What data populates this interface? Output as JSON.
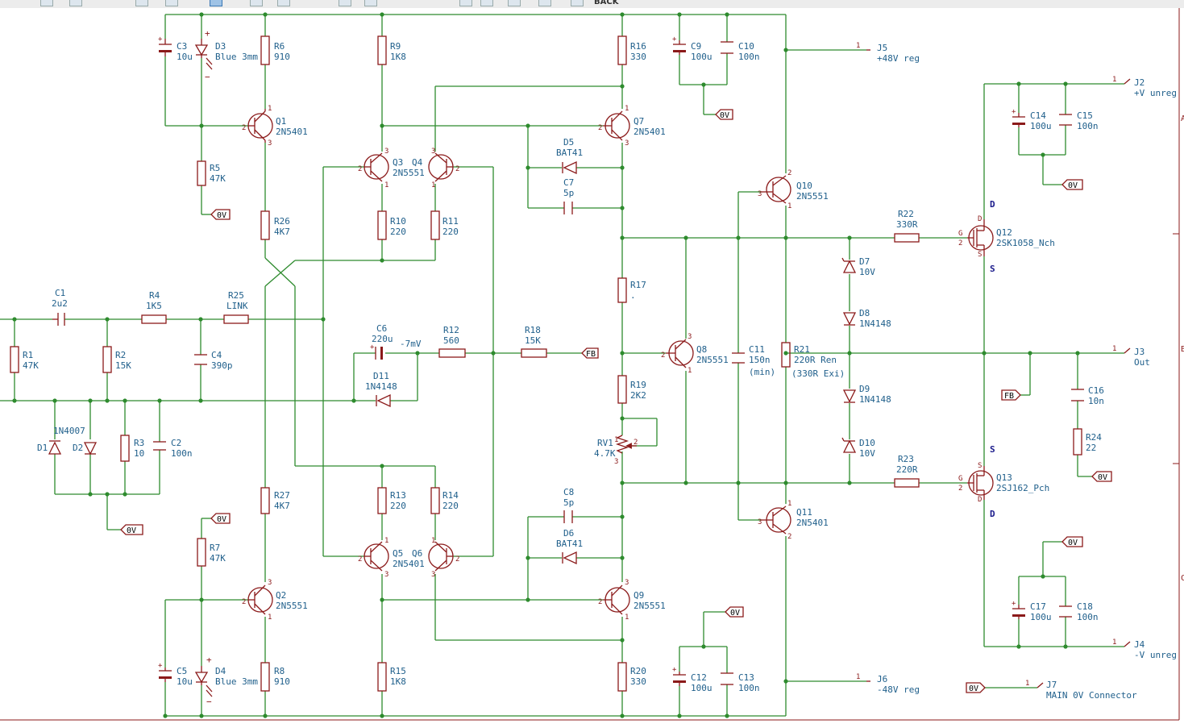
{
  "toolbar": {
    "back_label": "BACK"
  },
  "parts": {
    "C3": {
      "ref": "C3",
      "val": "10u"
    },
    "D3": {
      "ref": "D3",
      "val": "Blue 3mm"
    },
    "R6": {
      "ref": "R6",
      "val": "910"
    },
    "R9": {
      "ref": "R9",
      "val": "1K8"
    },
    "R16": {
      "ref": "R16",
      "val": "330"
    },
    "C9": {
      "ref": "C9",
      "val": "100u"
    },
    "C10": {
      "ref": "C10",
      "val": "100n"
    },
    "Q1": {
      "ref": "Q1",
      "val": "2N5401"
    },
    "Q7": {
      "ref": "Q7",
      "val": "2N5401"
    },
    "D5": {
      "ref": "D5",
      "val": "BAT41"
    },
    "C7": {
      "ref": "C7",
      "val": "5p"
    },
    "Q3": {
      "ref": "Q3",
      "val": "2N5551"
    },
    "Q4": {
      "ref": "Q4",
      "val": ""
    },
    "R5": {
      "ref": "R5",
      "val": "47K"
    },
    "R26": {
      "ref": "R26",
      "val": "4K7"
    },
    "R10": {
      "ref": "R10",
      "val": "220"
    },
    "R11": {
      "ref": "R11",
      "val": "220"
    },
    "Q10": {
      "ref": "Q10",
      "val": "2N5551"
    },
    "R17": {
      "ref": "R17",
      "val": "."
    },
    "C1": {
      "ref": "C1",
      "val": "2u2"
    },
    "R4": {
      "ref": "R4",
      "val": "1K5"
    },
    "R25": {
      "ref": "R25",
      "val": "LINK"
    },
    "R1": {
      "ref": "R1",
      "val": "47K"
    },
    "R2": {
      "ref": "R2",
      "val": "15K"
    },
    "C4": {
      "ref": "C4",
      "val": "390p"
    },
    "C6": {
      "ref": "C6",
      "val": "220u"
    },
    "R12": {
      "ref": "R12",
      "val": "560"
    },
    "R18": {
      "ref": "R18",
      "val": "15K"
    },
    "D11": {
      "ref": "D11",
      "val": "1N4148"
    },
    "Q8": {
      "ref": "Q8",
      "val": "2N5551"
    },
    "C11": {
      "ref": "C11",
      "val": "150n",
      "extra": "(min)"
    },
    "R21": {
      "ref": "R21",
      "val": "220R Ren",
      "extra": "(330R Exi)"
    },
    "R19": {
      "ref": "R19",
      "val": "2K2"
    },
    "RV1": {
      "ref": "RV1",
      "val": "4.7K"
    },
    "D1": {
      "ref": "D1",
      "val": "1N4007"
    },
    "D2": {
      "ref": "D2",
      "val": ""
    },
    "R3": {
      "ref": "R3",
      "val": "10"
    },
    "C2": {
      "ref": "C2",
      "val": "100n"
    },
    "R27": {
      "ref": "R27",
      "val": "4K7"
    },
    "R13": {
      "ref": "R13",
      "val": "220"
    },
    "R14": {
      "ref": "R14",
      "val": "220"
    },
    "C8": {
      "ref": "C8",
      "val": "5p"
    },
    "D6": {
      "ref": "D6",
      "val": "BAT41"
    },
    "Q11": {
      "ref": "Q11",
      "val": "2N5401"
    },
    "R7": {
      "ref": "R7",
      "val": "47K"
    },
    "Q5": {
      "ref": "Q5",
      "val": "2N5401"
    },
    "Q6": {
      "ref": "Q6",
      "val": ""
    },
    "Q2": {
      "ref": "Q2",
      "val": "2N5551"
    },
    "Q9": {
      "ref": "Q9",
      "val": "2N5551"
    },
    "C5": {
      "ref": "C5",
      "val": "10u"
    },
    "D4": {
      "ref": "D4",
      "val": "Blue 3mm"
    },
    "R8": {
      "ref": "R8",
      "val": "910"
    },
    "R15": {
      "ref": "R15",
      "val": "1K8"
    },
    "R20": {
      "ref": "R20",
      "val": "330"
    },
    "C12": {
      "ref": "C12",
      "val": "100u"
    },
    "C13": {
      "ref": "C13",
      "val": "100n"
    },
    "R22": {
      "ref": "R22",
      "val": "330R"
    },
    "R23": {
      "ref": "R23",
      "val": "220R"
    },
    "D7": {
      "ref": "D7",
      "val": "10V"
    },
    "D8": {
      "ref": "D8",
      "val": "1N4148"
    },
    "D9": {
      "ref": "D9",
      "val": "1N4148"
    },
    "D10": {
      "ref": "D10",
      "val": "10V"
    },
    "Q12": {
      "ref": "Q12",
      "val": "2SK1058_Nch"
    },
    "Q13": {
      "ref": "Q13",
      "val": "2SJ162_Pch"
    },
    "C14": {
      "ref": "C14",
      "val": "100u"
    },
    "C15": {
      "ref": "C15",
      "val": "100n"
    },
    "C16": {
      "ref": "C16",
      "val": "10n"
    },
    "R24": {
      "ref": "R24",
      "val": "22"
    },
    "C17": {
      "ref": "C17",
      "val": "100u"
    },
    "C18": {
      "ref": "C18",
      "val": "100n"
    }
  },
  "connectors": {
    "J5": {
      "ref": "J5",
      "val": "+48V reg"
    },
    "J2": {
      "ref": "J2",
      "val": "+V unreg"
    },
    "J3": {
      "ref": "J3",
      "val": "Out"
    },
    "J4": {
      "ref": "J4",
      "val": "-V unreg"
    },
    "J6": {
      "ref": "J6",
      "val": "-48V reg"
    },
    "J7": {
      "ref": "J7",
      "val": "MAIN 0V Connector"
    }
  },
  "net_labels": {
    "zero_v": "0V",
    "fb": "FB",
    "offset_voltage": "-7mV"
  },
  "colors": {
    "wire": "#2e8b2e",
    "component": "#8b1a1a",
    "label": "#1f5f8b",
    "pin_letter": "#1a1a8b"
  }
}
